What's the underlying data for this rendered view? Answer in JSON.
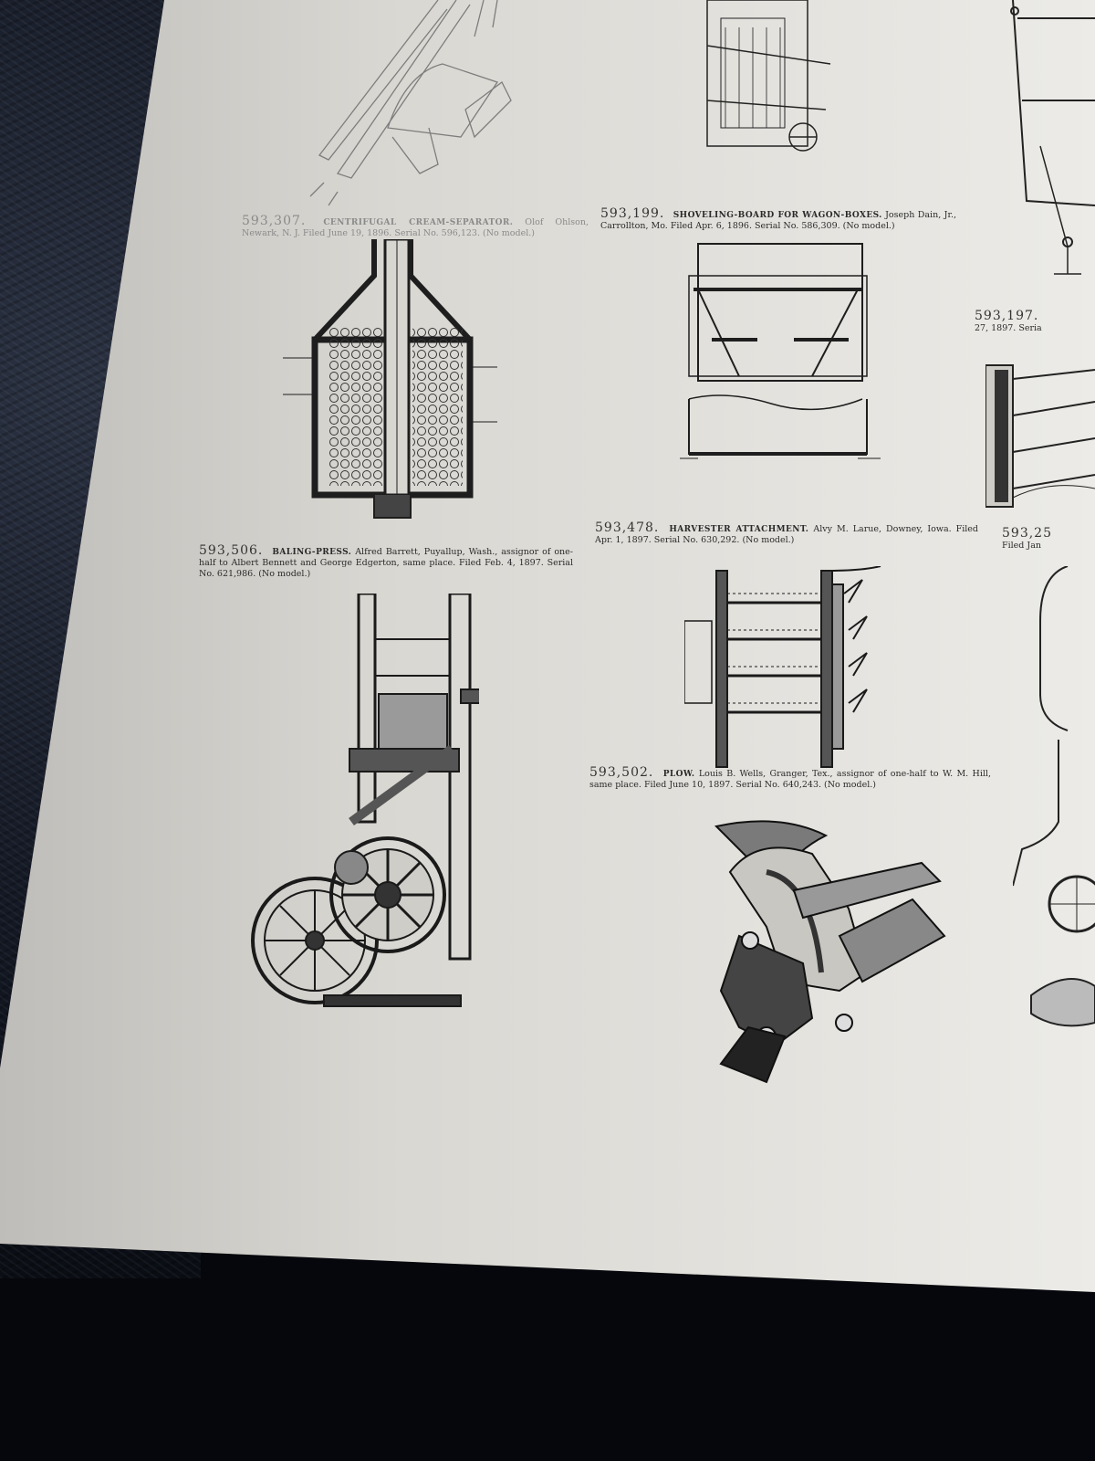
{
  "entries": [
    {
      "id": "cream-separator",
      "number": "593,307.",
      "title": "CENTRIFUGAL CREAM-SEPARATOR.",
      "text": "Olof Ohlson, Newark, N. J. Filed June 19, 1896. Serial No. 596,123. (No model.)"
    },
    {
      "id": "shoveling-board",
      "number": "593,199.",
      "title": "SHOVELING-BOARD FOR WAGON-BOXES.",
      "text": "Joseph Dain, Jr., Carrollton, Mo. Filed Apr. 6, 1896. Serial No. 586,309. (No model.)"
    },
    {
      "id": "right-edge-1",
      "number": "593,197.",
      "title": "",
      "text": "27, 1897. Seria"
    },
    {
      "id": "baling-press",
      "number": "593,506.",
      "title": "BALING-PRESS.",
      "text": "Alfred Barrett, Puyallup, Wash., assignor of one-half to Albert Bennett and George Edgerton, same place. Filed Feb. 4, 1897. Serial No. 621,986. (No model.)"
    },
    {
      "id": "harvester",
      "number": "593,478.",
      "title": "HARVESTER ATTACHMENT.",
      "text": "Alvy M. Larue, Downey, Iowa. Filed Apr. 1, 1897. Serial No. 630,292. (No model.)"
    },
    {
      "id": "right-edge-2",
      "number": "593,25",
      "title": "",
      "text": "Filed Jan"
    },
    {
      "id": "plow",
      "number": "593,502.",
      "title": "PLOW.",
      "text": "Louis B. Wells, Granger, Tex., assignor of one-half to W. M. Hill, same place. Filed June 10, 1897. Serial No. 640,243. (No model.)"
    }
  ]
}
